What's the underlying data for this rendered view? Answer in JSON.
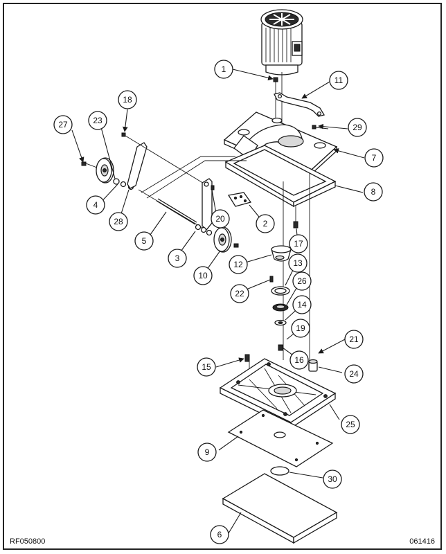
{
  "footer": {
    "drawing_number": "RF050800",
    "revision_date": "061416"
  },
  "callouts": [
    {
      "label": "1"
    },
    {
      "label": "2"
    },
    {
      "label": "3"
    },
    {
      "label": "4"
    },
    {
      "label": "5"
    },
    {
      "label": "6"
    },
    {
      "label": "7"
    },
    {
      "label": "8"
    },
    {
      "label": "9"
    },
    {
      "label": "10"
    },
    {
      "label": "11"
    },
    {
      "label": "12"
    },
    {
      "label": "13"
    },
    {
      "label": "14"
    },
    {
      "label": "15"
    },
    {
      "label": "16"
    },
    {
      "label": "17"
    },
    {
      "label": "18"
    },
    {
      "label": "19"
    },
    {
      "label": "20"
    },
    {
      "label": "21"
    },
    {
      "label": "22"
    },
    {
      "label": "23"
    },
    {
      "label": "24"
    },
    {
      "label": "25"
    },
    {
      "label": "26"
    },
    {
      "label": "27"
    },
    {
      "label": "28"
    },
    {
      "label": "29"
    },
    {
      "label": "30"
    }
  ]
}
